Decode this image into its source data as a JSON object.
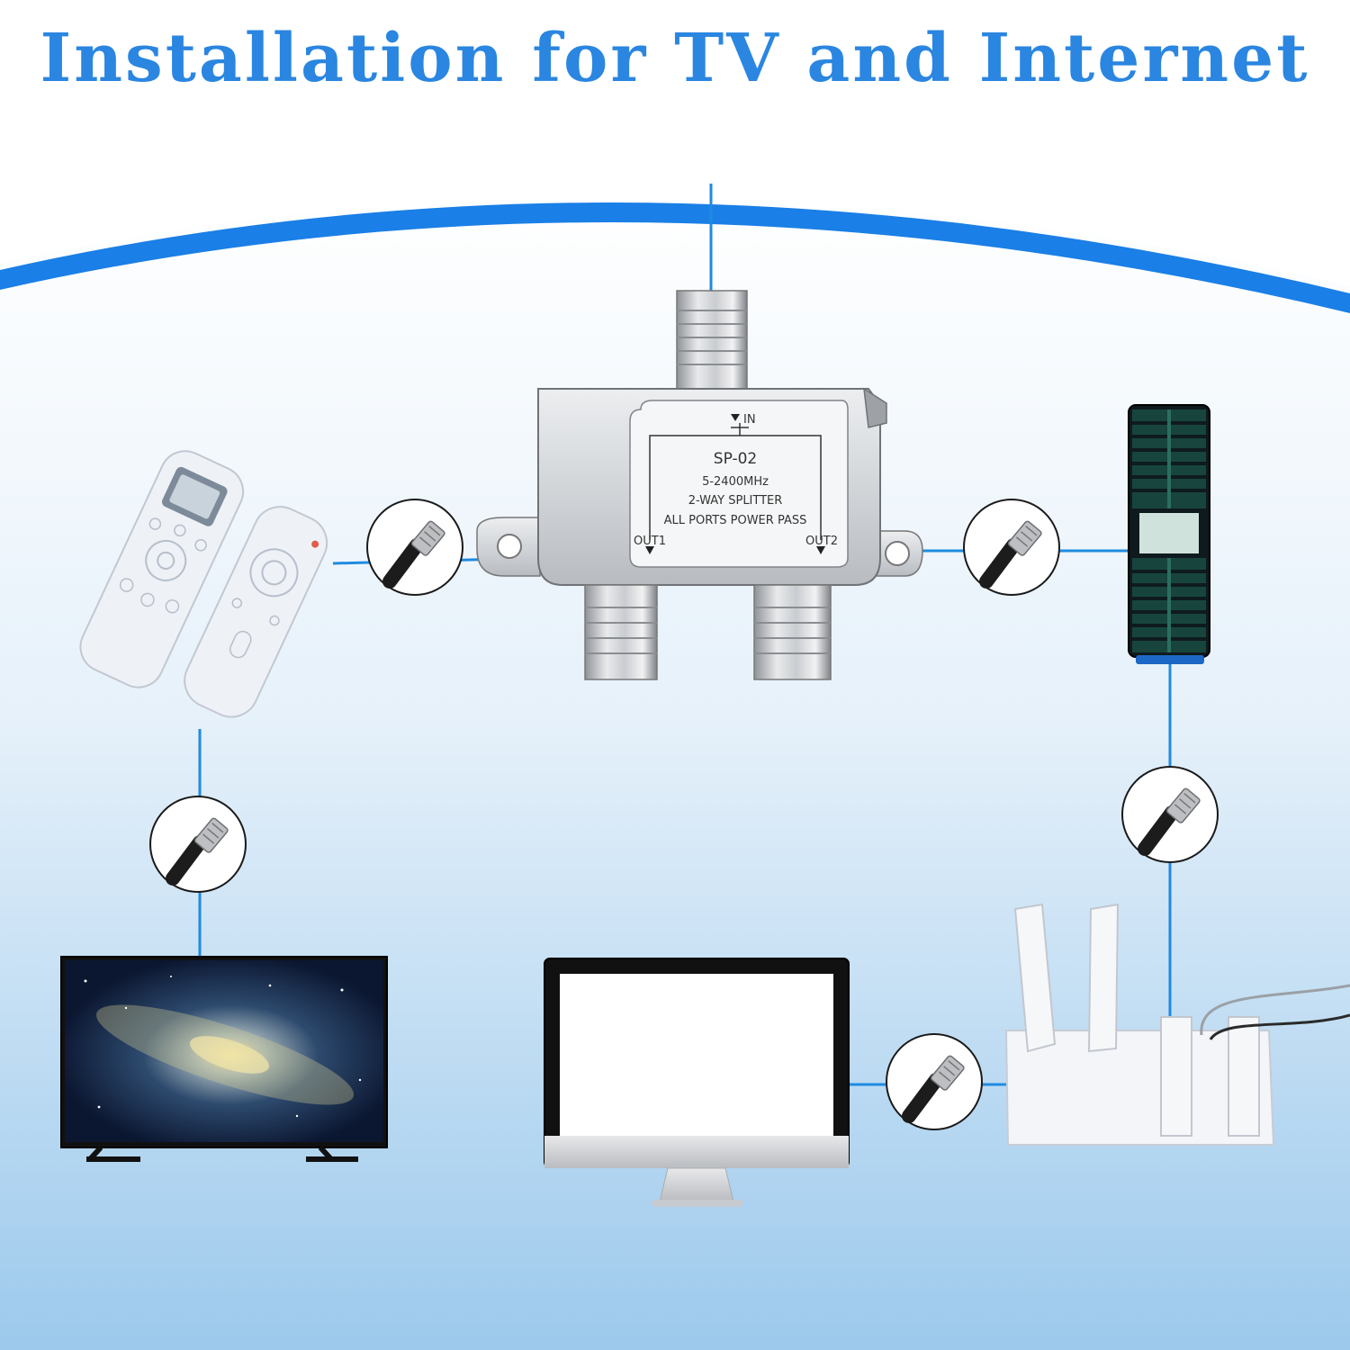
{
  "title": "Installation for TV and Internet",
  "splitter": {
    "label_in": "IN",
    "model": "SP-02",
    "frequency": "5-2400MHz",
    "type": "2-WAY SPLITTER",
    "power": "ALL PORTS POWER PASS",
    "out1": "OUT1",
    "out2": "OUT2"
  },
  "colors": {
    "title": "#2a86e0",
    "line": "#1f8be0",
    "arc": "#1a7fe6",
    "sky_top": "#ffffff",
    "sky_bottom": "#9cc9ec"
  },
  "devices": [
    {
      "id": "coax-splitter",
      "icon": "splitter-icon"
    },
    {
      "id": "remotes",
      "icon": "remote-control-icon"
    },
    {
      "id": "cable-modem",
      "icon": "modem-icon"
    },
    {
      "id": "television",
      "icon": "tv-icon"
    },
    {
      "id": "computer-monitor",
      "icon": "monitor-icon"
    },
    {
      "id": "wifi-router",
      "icon": "router-icon"
    }
  ],
  "connector_icon": "coax-connector-icon"
}
